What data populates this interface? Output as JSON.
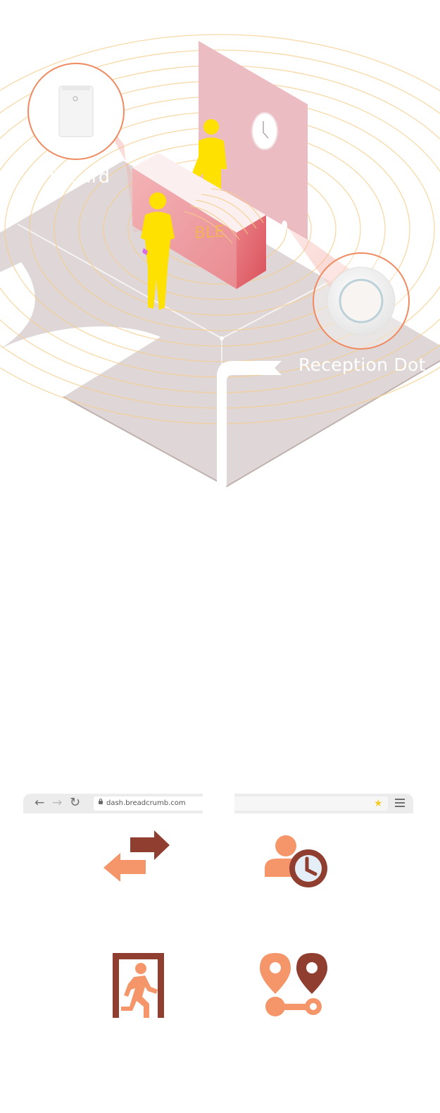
{
  "scene": {
    "labels": {
      "card": "ff Card",
      "dot": "Reception Dot",
      "ble": "BLE"
    },
    "icons": [
      "staff-card-device-icon",
      "reception-dot-device-icon",
      "wall-clock-icon",
      "person-icon",
      "direction-arrow-icon"
    ]
  },
  "browser": {
    "url": "dash.breadcrumb.com",
    "icons": {
      "back": "←",
      "forward": "→",
      "reload": "↻",
      "bookmark": "★"
    }
  },
  "feature_icons": [
    "transfer-arrows-icon",
    "user-clock-icon",
    "exit-door-icon",
    "route-pins-icon"
  ],
  "colors": {
    "accent_orange": "#f4966a",
    "accent_brown": "#8f3e2f",
    "wall_pink": "#ecbcc3",
    "floor": "#dfd7d7",
    "ring": "#f5cd8a",
    "person": "#ffe100",
    "device_ring": "#f08a61"
  }
}
